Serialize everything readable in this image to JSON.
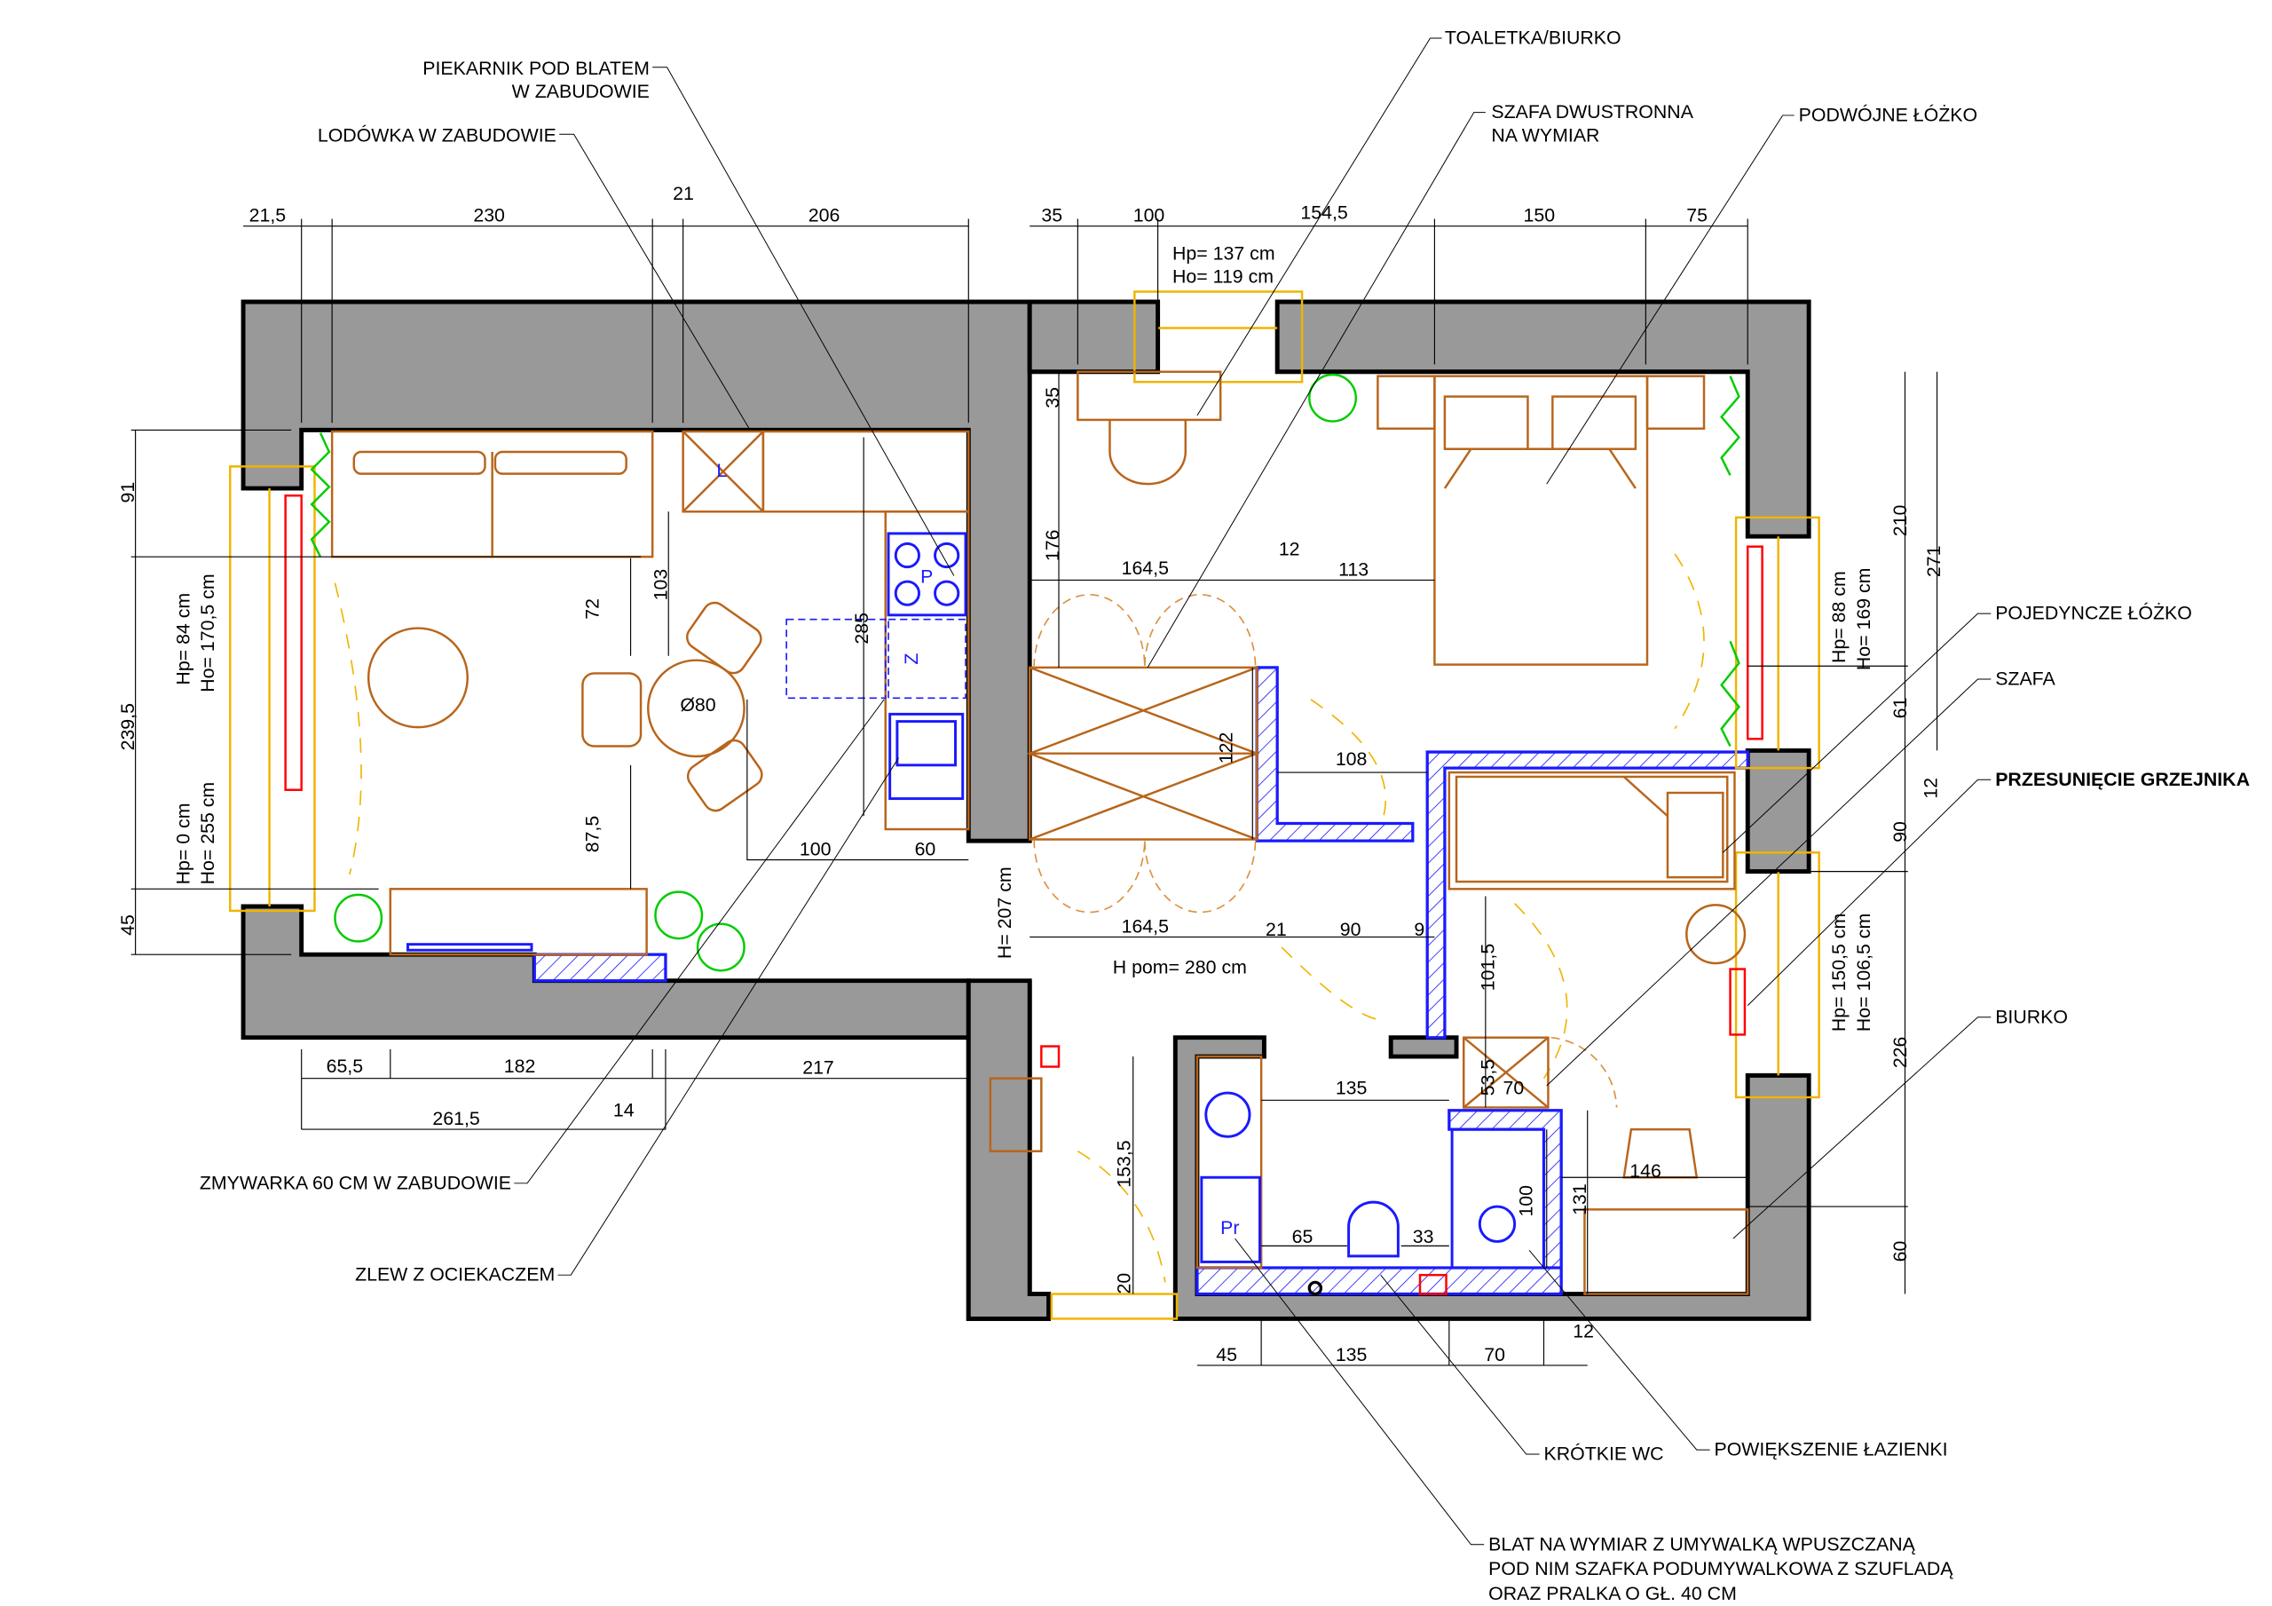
{
  "labels": {
    "piekarnik_1": "PIEKARNIK POD BLATEM",
    "piekarnik_2": "W ZABUDOWIE",
    "lodowka": "LODÓWKA W ZABUDOWIE",
    "toaletka": "TOALETKA/BIURKO",
    "szafa_dwu_1": "SZAFA DWUSTRONNA",
    "szafa_dwu_2": "NA WYMIAR",
    "lozko_podwojne": "PODWÓJNE ŁÓŻKO",
    "lozko_pojedyncze": "POJEDYNCZE ŁÓŻKO",
    "szafa": "SZAFA",
    "grzejnik": "PRZESUNIĘCIE GRZEJNIKA",
    "biurko": "BIURKO",
    "zmywarka": "ZMYWARKA 60 CM W ZABUDOWIE",
    "zlew": "ZLEW Z OCIEKACZEM",
    "wc": "KRÓTKIE WC",
    "lazienka": "POWIĘKSZENIE ŁAZIENKI",
    "blat_1": "BLAT NA WYMIAR Z UMYWALKĄ WPUSZCZANĄ",
    "blat_2": "POD NIM SZAFKA PODUMYWALKOWA Z SZUFLADĄ",
    "blat_3": "ORAZ PRALKA O GŁ. 40 CM"
  },
  "symbols": {
    "cooktop": "P",
    "fridge": "L",
    "sink": "Z",
    "washer": "Pr"
  },
  "windows": {
    "top": [
      "Hp= 137 cm",
      "Ho= 119 cm"
    ],
    "left_1": [
      "Hp= 84 cm",
      "Ho= 170,5 cm"
    ],
    "left_2": [
      "Hp= 0 cm",
      "Ho= 255 cm"
    ],
    "right_1": [
      "Hp= 88 cm",
      "Ho= 169 cm"
    ],
    "right_2": [
      "Hp= 150,5 cm",
      "Ho= 106,5 cm"
    ],
    "door_height": "H= 207 cm",
    "room_height": "H pom= 280 cm"
  },
  "dims": {
    "top_left": [
      "21,5",
      "230",
      "21",
      "206"
    ],
    "top_right": [
      "35",
      "100",
      "154,5",
      "150",
      "75"
    ],
    "left": [
      "91",
      "239,5",
      "45"
    ],
    "living": [
      "72",
      "103",
      "285",
      "Ø80",
      "87,5",
      "100",
      "60"
    ],
    "bottom_left": [
      "65,5",
      "182",
      "217",
      "14",
      "261,5"
    ],
    "corridor": [
      "35",
      "176",
      "164,5",
      "12",
      "113",
      "122",
      "108",
      "164,5",
      "21",
      "90",
      "9",
      "101,5"
    ],
    "right": [
      "210",
      "271",
      "61",
      "12",
      "90",
      "226",
      "60"
    ],
    "bathroom": [
      "135",
      "53,5",
      "70",
      "153,5",
      "146",
      "100",
      "131",
      "65",
      "33",
      "20"
    ],
    "bottom_right": [
      "45",
      "135",
      "70",
      "12"
    ]
  }
}
